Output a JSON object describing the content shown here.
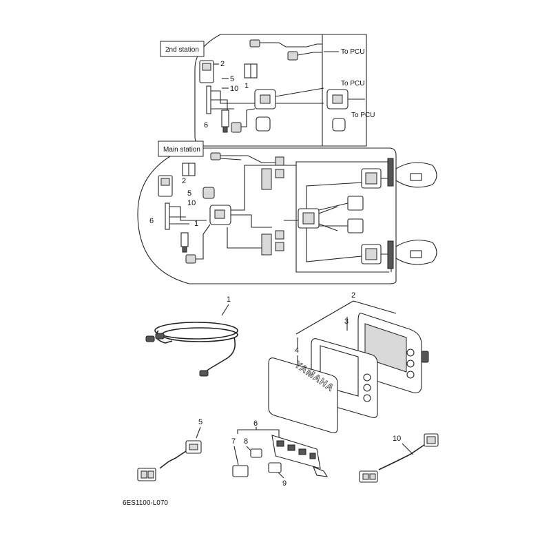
{
  "panels": {
    "second_station": {
      "label": "2nd station",
      "to_pcu": [
        "To PCU",
        "To PCU",
        "To PCU"
      ]
    },
    "main_station": {
      "label": "Main station"
    }
  },
  "callouts": {
    "second_station": [
      "2",
      "5",
      "10",
      "1",
      "6"
    ],
    "main_station": [
      "2",
      "5",
      "10",
      "6",
      "1"
    ],
    "parts": [
      "1",
      "2",
      "3",
      "4",
      "5",
      "6",
      "7",
      "8",
      "9",
      "10"
    ]
  },
  "display_brand": "YAMAHA",
  "diagram_code": "6ES1100-L070"
}
